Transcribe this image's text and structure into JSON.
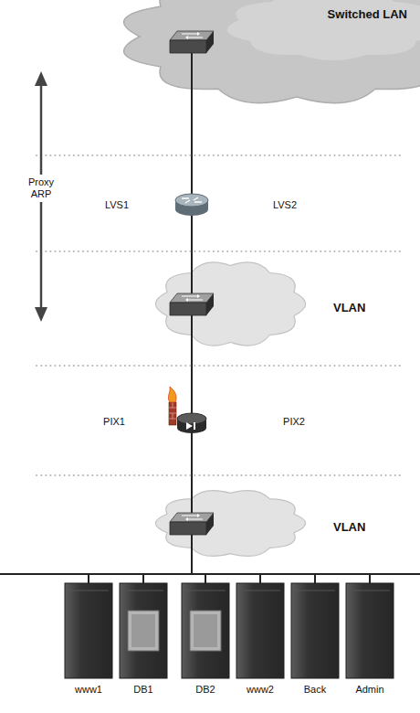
{
  "diagram": {
    "nodes": [
      {
        "text": [
          "Switched LAN"
        ]
      },
      {
        "text": [
          "VLAN"
        ]
      },
      {
        "text": [
          "VLAN"
        ]
      },
      {
        "text": [
          "www1"
        ]
      },
      {
        "text": [
          "DB1"
        ]
      },
      {
        "text": [
          "DB2"
        ]
      },
      {
        "text": [
          "www2"
        ]
      },
      {
        "text": [
          "Back"
        ]
      },
      {
        "text": [
          "Admin"
        ]
      }
    ],
    "edges": [
      {
        "from": 0,
        "to": 1,
        "arrow": "none"
      },
      {
        "from": 1,
        "to": 2,
        "arrow": "none"
      },
      {
        "from": 2,
        "to": 3,
        "arrow": "none"
      },
      {
        "from": 2,
        "to": 4,
        "arrow": "none"
      },
      {
        "from": 2,
        "to": 5,
        "arrow": "none"
      },
      {
        "from": 2,
        "to": 6,
        "arrow": "none"
      },
      {
        "from": 2,
        "to": 7,
        "arrow": "none"
      },
      {
        "from": 2,
        "to": 8,
        "arrow": "none"
      }
    ],
    "labels": [
      "Proxy ARP",
      "LVS1",
      "LVS2",
      "PIX1",
      "PIX2"
    ]
  }
}
